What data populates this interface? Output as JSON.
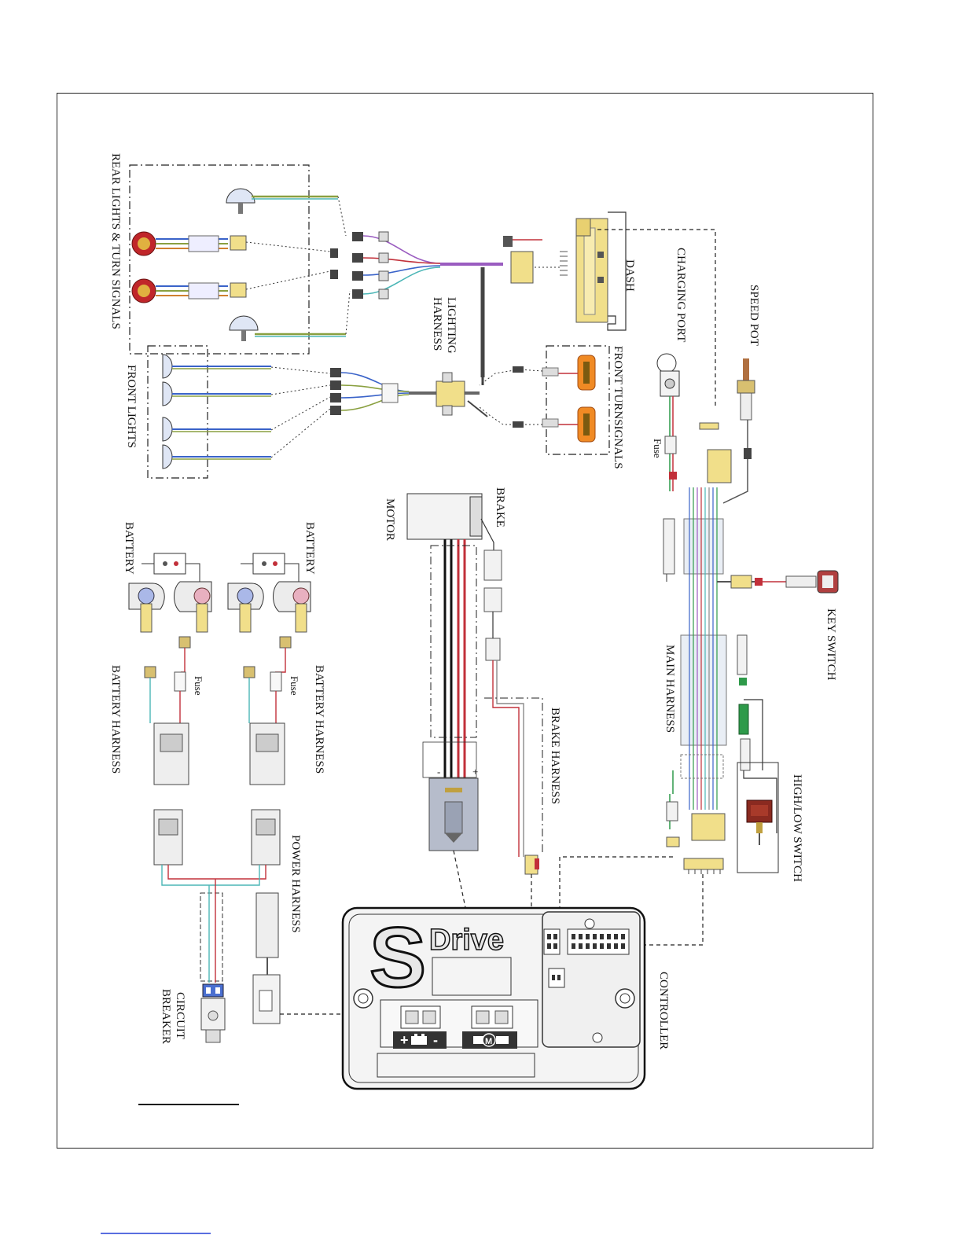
{
  "labels": {
    "rear_lights": "REAR LIGHTS & TURN SIGNALS",
    "front_lights": "FRONT LIGHTS",
    "lighting_harness": "LIGHTING HARNESS",
    "lighting_harness_line1": "LIGHTING",
    "lighting_harness_line2": "HARNESS",
    "dash": "DASH",
    "charging_port": "CHARGING PORT",
    "speed_pot": "SPEED POT",
    "front_turnsignals": "FRONT TURNSIGNALS",
    "fuse_main": "Fuse",
    "key_switch": "KEY SWITCH",
    "main_harness": "MAIN HARNESS",
    "high_low_switch": "HIGH/LOW SWITCH",
    "brake": "BRAKE",
    "motor": "MOTOR",
    "brake_harness": "BRAKE HARNESS",
    "battery_top": "BATTERY",
    "battery_bottom": "BATTERY",
    "battery_harness_top": "BATTERY HARNESS",
    "battery_harness_bottom": "BATTERY HARNESS",
    "fuse_battery_top": "Fuse",
    "fuse_battery_bottom": "Fuse",
    "power_harness": "POWER HARNESS",
    "circuit_breaker_line1": "CIRCUIT",
    "circuit_breaker_line2": "BREAKER",
    "controller": "CONTROLLER",
    "controller_brand_letter": "S",
    "controller_brand_word": "Drive",
    "motor_plus": "+",
    "motor_minus": "-",
    "terminal_plus": "+",
    "terminal_minus": "-",
    "motor_symbol": "M"
  },
  "colors": {
    "wire_red": "#c2303a",
    "wire_black": "#111111",
    "wire_green": "#2e9a4a",
    "wire_blue": "#3a63c9",
    "wire_teal": "#4bb6b6",
    "wire_purple": "#9a5cc0",
    "connector_yellow": "#f1df8a",
    "turn_orange": "#f08a24",
    "switch_brown": "#8a2a20",
    "rear_red": "#c0262a"
  }
}
